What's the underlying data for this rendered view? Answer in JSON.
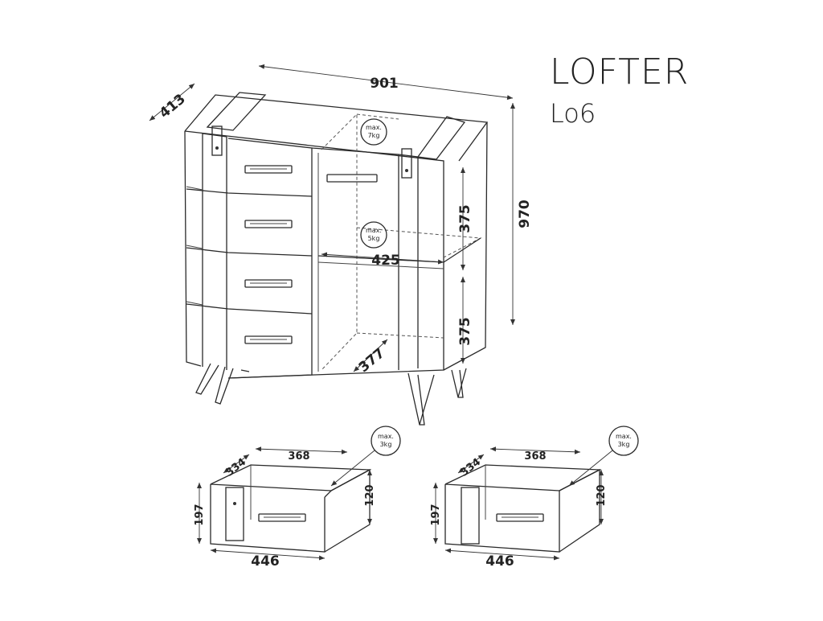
{
  "product": {
    "name": "LOFTER",
    "code": "Lo6"
  },
  "dimensions_main": {
    "width": "901",
    "depth": "413",
    "height": "970",
    "shelf_top_height": "375",
    "shelf_bottom_height": "375",
    "shelf_width": "425",
    "shelf_depth": "377"
  },
  "load_labels_main": {
    "top": {
      "line1": "max.",
      "line2": "7kg"
    },
    "shelf": {
      "line1": "max.",
      "line2": "5kg"
    }
  },
  "drawer_left": {
    "inner_width": "368",
    "inner_depth": "334",
    "inner_height": "120",
    "front_height": "197",
    "front_width": "446",
    "load": {
      "line1": "max.",
      "line2": "3kg"
    }
  },
  "drawer_right": {
    "inner_width": "368",
    "inner_depth": "334",
    "inner_height": "120",
    "front_height": "197",
    "front_width": "446",
    "load": {
      "line1": "max.",
      "line2": "3kg"
    }
  }
}
